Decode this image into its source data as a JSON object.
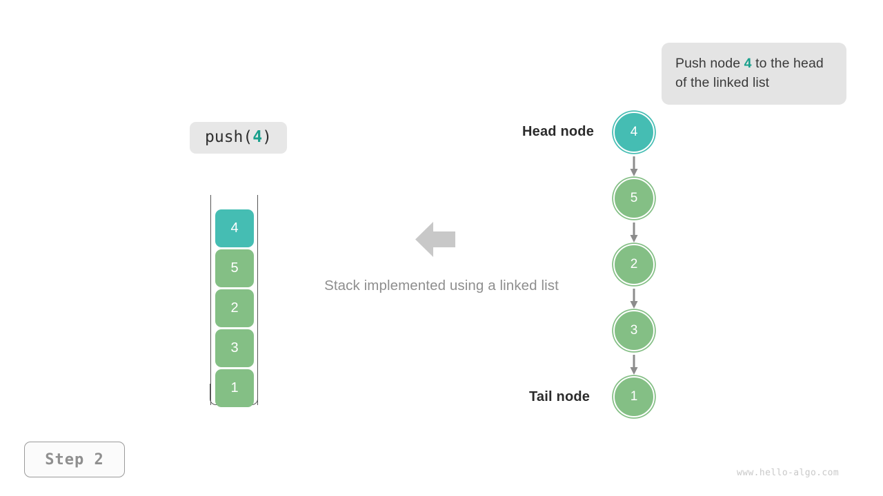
{
  "callout": {
    "text_before": "Push node ",
    "highlight": "4",
    "text_after": " to the head of the linked list"
  },
  "operation_chip": {
    "prefix": "push(",
    "value": "4",
    "suffix": ")"
  },
  "stack": {
    "label": "stack-container",
    "blocks": [
      {
        "value": "4",
        "color": "#45bdb3",
        "state": "new"
      },
      {
        "value": "5",
        "color": "#84bf85",
        "state": "existing"
      },
      {
        "value": "2",
        "color": "#84bf85",
        "state": "existing"
      },
      {
        "value": "3",
        "color": "#84bf85",
        "state": "existing"
      },
      {
        "value": "1",
        "color": "#84bf85",
        "state": "existing"
      }
    ]
  },
  "caption": "Stack implemented using a linked list",
  "linked_list": {
    "head_label": "Head node",
    "tail_label": "Tail node",
    "nodes": [
      {
        "value": "4",
        "color": "#45bdb3",
        "role": "head"
      },
      {
        "value": "5",
        "color": "#84bf85",
        "role": "middle"
      },
      {
        "value": "2",
        "color": "#84bf85",
        "role": "middle"
      },
      {
        "value": "3",
        "color": "#84bf85",
        "role": "middle"
      },
      {
        "value": "1",
        "color": "#84bf85",
        "role": "tail"
      }
    ]
  },
  "step_badge": "Step 2",
  "watermark": "www.hello-algo.com",
  "colors": {
    "accent_teal": "#45bdb3",
    "node_green": "#84bf85",
    "callout_bg": "#e4e4e4",
    "chip_bg": "#e7e7e7",
    "arrow_gray": "#c8c8c8",
    "connector_gray": "#8c8c8c",
    "caption_gray": "#8e8e8e",
    "highlight_teal": "#19a08c"
  }
}
